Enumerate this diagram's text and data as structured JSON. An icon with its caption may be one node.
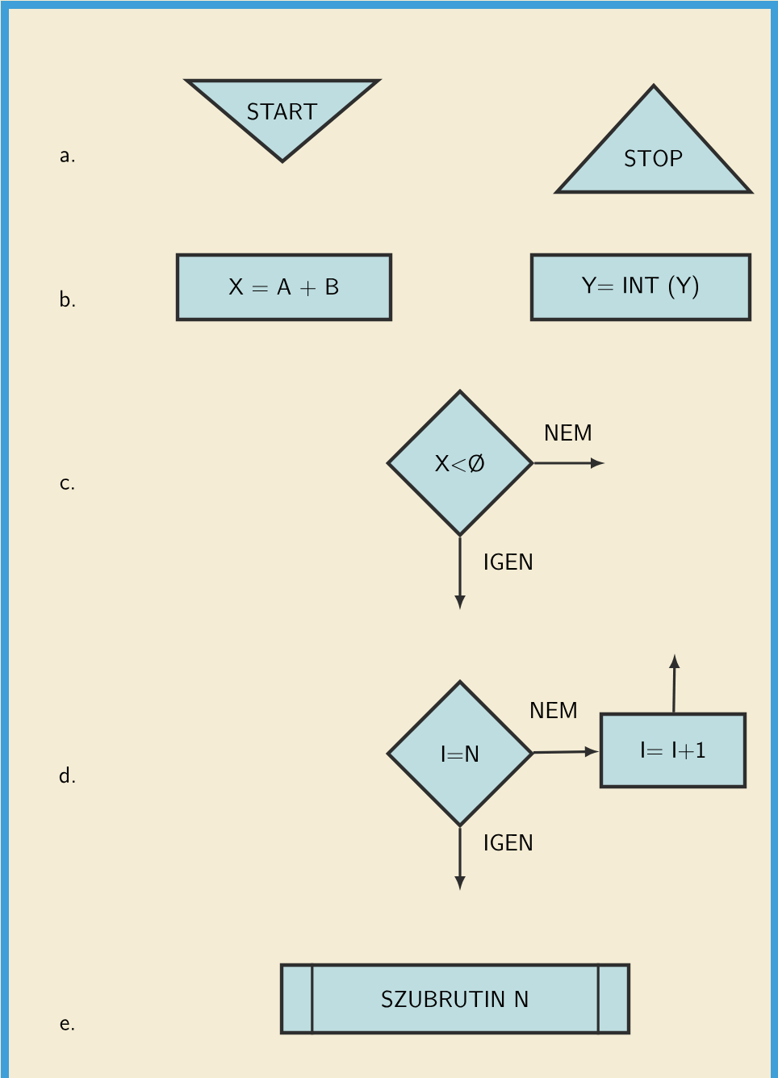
{
  "diagram": {
    "nodes": [
      {
        "text": [
          "START"
        ]
      },
      {
        "text": [
          "STOP"
        ]
      },
      {
        "text": [
          "X = A + B"
        ]
      },
      {
        "text": [
          "Y= INT (Y)"
        ]
      },
      {
        "text": [
          "X<Ø"
        ]
      },
      {
        "text": [
          "I=N"
        ]
      },
      {
        "text": [
          "I= I+1"
        ]
      },
      {
        "text": [
          "SZUBRUTIN  N"
        ]
      }
    ],
    "edges": [
      {
        "from": 4,
        "to": null,
        "arrow": "to",
        "label": "NEM"
      },
      {
        "from": 4,
        "to": null,
        "arrow": "to",
        "label": "IGEN"
      },
      {
        "from": 5,
        "to": 6,
        "arrow": "to",
        "label": "NEM"
      },
      {
        "from": 5,
        "to": null,
        "arrow": "to",
        "label": "IGEN"
      },
      {
        "from": 6,
        "to": null,
        "arrow": "to"
      }
    ],
    "labels": [
      "a.",
      "b.",
      "c.",
      "d.",
      "e."
    ]
  }
}
